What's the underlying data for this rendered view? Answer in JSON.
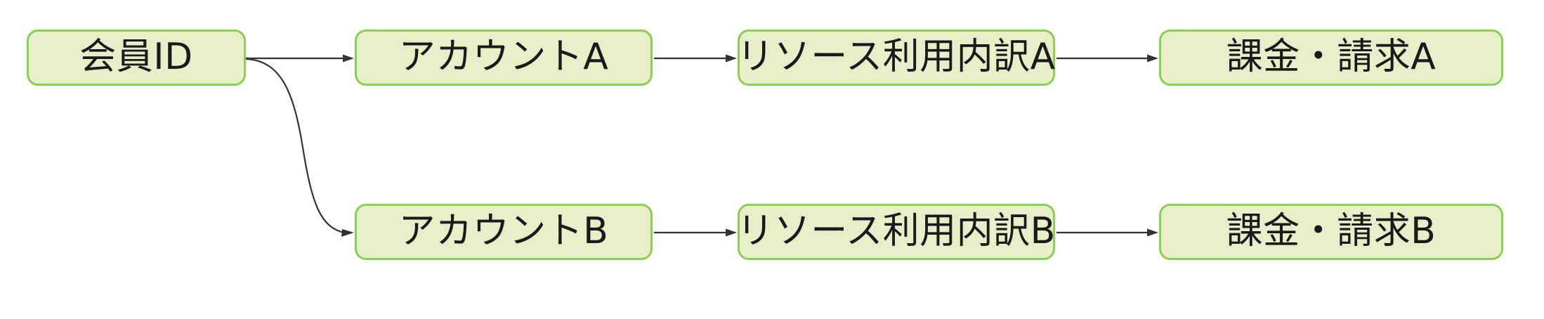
{
  "diagram": {
    "type": "flowchart",
    "direction": "left-to-right",
    "background_color": "#ffffff",
    "node_fill_color": "#e6efc8",
    "node_border_color": "#8ace52",
    "edge_color": "#333333",
    "text_color": "#1a1a1a",
    "nodes": [
      {
        "id": "member_id",
        "label": "会員ID",
        "row": "top",
        "column": 1
      },
      {
        "id": "account_a",
        "label": "アカウントA",
        "row": "top",
        "column": 2
      },
      {
        "id": "resource_a",
        "label": "リソース利用内訳A",
        "row": "top",
        "column": 3
      },
      {
        "id": "billing_a",
        "label": "課金・請求A",
        "row": "top",
        "column": 4
      },
      {
        "id": "account_b",
        "label": "アカウントB",
        "row": "bottom",
        "column": 2
      },
      {
        "id": "resource_b",
        "label": "リソース利用内訳B",
        "row": "bottom",
        "column": 3
      },
      {
        "id": "billing_b",
        "label": "課金・請求B",
        "row": "bottom",
        "column": 4
      }
    ],
    "edges": [
      {
        "from": "member_id",
        "to": "account_a",
        "style": "straight",
        "arrow": "single"
      },
      {
        "from": "member_id",
        "to": "account_b",
        "style": "curved",
        "arrow": "single"
      },
      {
        "from": "account_a",
        "to": "resource_a",
        "style": "straight",
        "arrow": "single"
      },
      {
        "from": "resource_a",
        "to": "billing_a",
        "style": "straight",
        "arrow": "single"
      },
      {
        "from": "account_b",
        "to": "resource_b",
        "style": "straight",
        "arrow": "single"
      },
      {
        "from": "resource_b",
        "to": "billing_b",
        "style": "straight",
        "arrow": "single"
      }
    ]
  }
}
